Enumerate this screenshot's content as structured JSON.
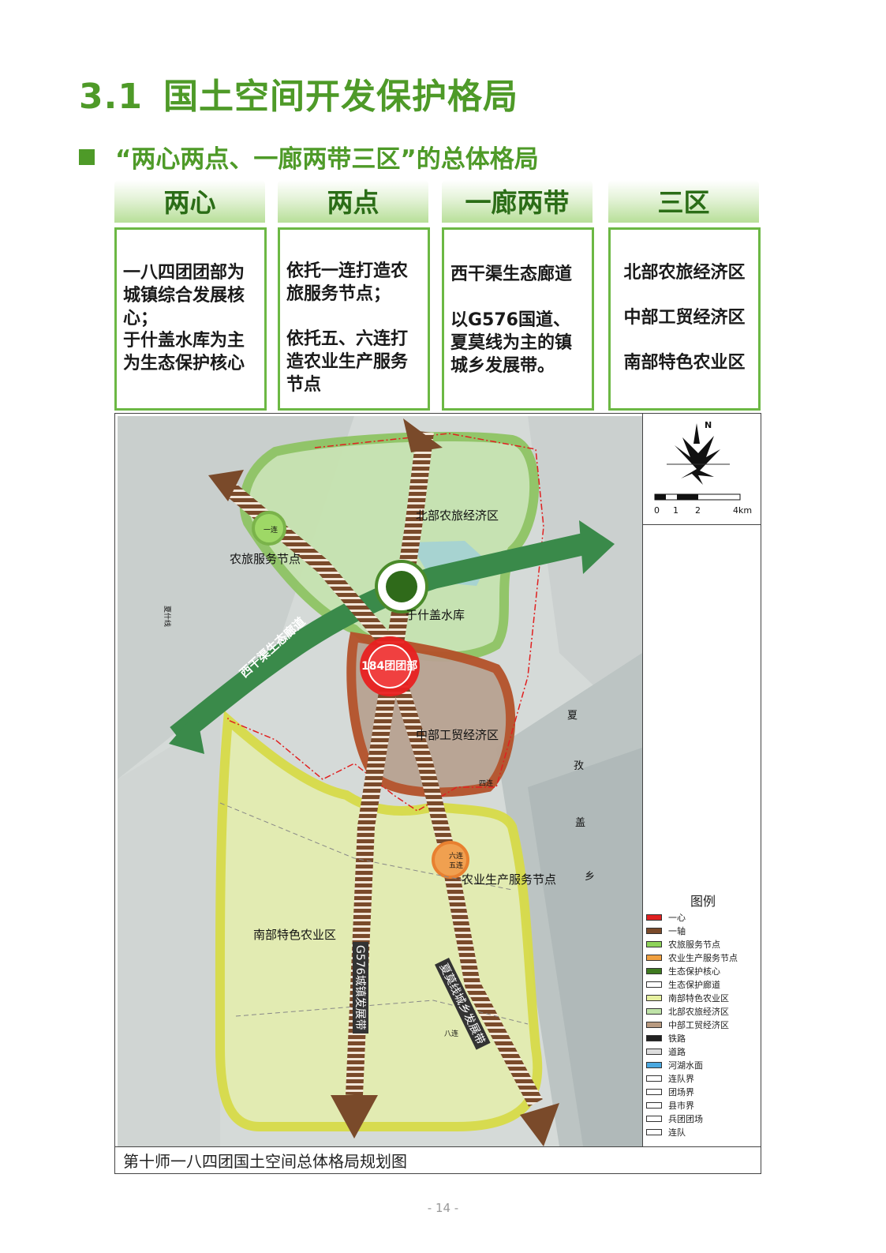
{
  "heading": {
    "number": "3.1",
    "text": "国土空间开发保护格局"
  },
  "subheading": "“两心两点、一廊两带三区”的总体格局",
  "columns": [
    {
      "title": "两心",
      "lines": [
        "一八四团团部为城镇综合发展核心；",
        "于什盖水库为主为生态保护核心"
      ]
    },
    {
      "title": "两点",
      "lines": [
        "依托一连打造农旅服务节点；",
        "依托五、六连打造农业生产服务节点"
      ]
    },
    {
      "title": "一廊两带",
      "lines": [
        "西干渠生态廊道",
        "以G576国道、夏莫线为主的镇城乡发展带。"
      ]
    },
    {
      "title": "三区",
      "lines": [
        "北部农旅经济区",
        "中部工贸经济区",
        "南部特色农业区"
      ]
    }
  ],
  "map": {
    "caption": "第十师一八四团国土空间总体格局规划图",
    "labels": {
      "north_zone": "北部农旅经济区",
      "middle_zone": "中部工贸经济区",
      "south_zone": "南部特色农业区",
      "tourism_node": "农旅服务节点",
      "agri_node": "农业生产服务节点",
      "reservoir": "于什盖水库",
      "hq": "184团团部",
      "corridor": "西干渠生态廊道",
      "g576": "G576城镇发展带",
      "xiamo": "夏莫线城乡发展带",
      "lian1": "一连",
      "lian4": "四连",
      "lian5": "五连",
      "lian6": "六连",
      "lian8": "八连",
      "town_v1": "夏",
      "town_v2": "孜",
      "town_v3": "盖",
      "town_v4": "乡",
      "road": "夏什线"
    },
    "scale": {
      "ticks": [
        "0",
        "1",
        "2",
        "4km"
      ]
    },
    "north": "N"
  },
  "legend": {
    "title": "图例",
    "items": [
      {
        "label": "一心",
        "color": "#e02020"
      },
      {
        "label": "一轴",
        "color": "#7a4a2a"
      },
      {
        "label": "农旅服务节点",
        "color": "#8ed35a"
      },
      {
        "label": "农业生产服务节点",
        "color": "#f0a040"
      },
      {
        "label": "生态保护核心",
        "color": "#3f7a20"
      },
      {
        "label": "生态保护廊道",
        "color": "#ffffff"
      },
      {
        "label": "南部特色农业区",
        "color": "#e6f0a0"
      },
      {
        "label": "北部农旅经济区",
        "color": "#bfe3a8"
      },
      {
        "label": "中部工贸经济区",
        "color": "#b89a80"
      },
      {
        "label": "铁路",
        "color": "#222222"
      },
      {
        "label": "道路",
        "color": "#dddddd"
      },
      {
        "label": "河湖水面",
        "color": "#4aa8e0"
      },
      {
        "label": "连队界",
        "color": "#ffffff"
      },
      {
        "label": "团场界",
        "color": "#ffffff"
      },
      {
        "label": "县市界",
        "color": "#ffffff"
      },
      {
        "label": "兵团团场",
        "color": "#ffffff"
      },
      {
        "label": "连队",
        "color": "#ffffff"
      }
    ]
  },
  "page_number": "- 14 -"
}
